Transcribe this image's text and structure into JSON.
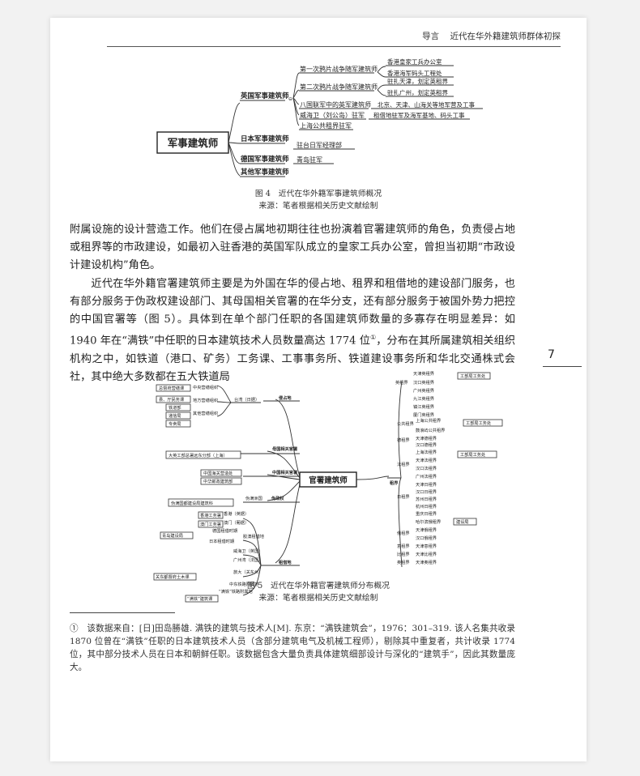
{
  "header": {
    "section": "导言",
    "title": "近代在华外籍建筑师群体初探"
  },
  "fig4": {
    "root": "军事建筑师",
    "britain": {
      "label": "英国军事建筑师",
      "items": [
        {
          "label": "第一次鸦片战争随军建筑师",
          "children": [
            "香港皇家工兵办公室",
            "香港海军码头工程处"
          ]
        },
        {
          "label": "第二次鸦片战争随军建筑师",
          "children": [
            "驻扎天津，划定英租界",
            "驻扎广州，划定英租界"
          ]
        },
        {
          "label": "八国联军中的英军建筑师",
          "children": [
            "北京、天津、山海关等地军营及工事"
          ]
        },
        {
          "label": "威海卫（刘公岛）驻军",
          "children": [
            "租借地驻军及海军基地、码头工事"
          ]
        },
        {
          "label": "上海公共租界驻军",
          "children": []
        }
      ]
    },
    "japan": {
      "label": "日本军事建筑师",
      "child": "驻台日军经理部"
    },
    "germany": {
      "label": "德国军事建筑师",
      "child": "青岛驻军"
    },
    "other": {
      "label": "其他军事建筑师"
    },
    "caption": "图 4　近代在华外籍军事建筑师概况",
    "source": "来源：笔者根据相关历史文献绘制"
  },
  "paragraphs": [
    "附属设施的设计营造工作。他们在侵占属地初期往往也扮演着官署建筑师的角色，负责侵占地或租界等的市政建设，如最初入驻香港的英国军队成立的皇家工兵办公室，曾担当初期“市政设计建设机构”角色。",
    "近代在华外籍官署建筑师主要是为外国在华的侵占地、租界和租借地的建设部门服务，也有部分服务于伪政权建设部门、其母国相关官署的在华分支，还有部分服务于被国外势力把控的中国官署等（图 5）。具体到在单个部门任职的各国建筑师数量的多寡存在明显差异：如 1940 年在“满铁”中任职的日本建筑技术人员数量高达 1774 位",
    "，分布在其所属建筑相关组织机构之中，如铁道（港口、矿务）工务课、工事事务所、铁道建设事务所和华北交通株式会社，其中绝大多数都在五大铁道局"
  ],
  "footnote_mark": "①",
  "page_number": "7",
  "fig5": {
    "root": "官署建筑师",
    "left": {
      "qinzhan": {
        "label": "侵占地",
        "taiwan": "台湾（日据）",
        "items": [
          "总督府营缮课",
          "中央营缮组织",
          "县、厅民务课",
          "地方营缮组织",
          "铁道部",
          "递信局",
          "其他营缮组织",
          "专卖局"
        ]
      },
      "muguo": {
        "label": "母国相关官署",
        "items": [
          "大英工部总署远东分部（上海）"
        ]
      },
      "zhongguo": {
        "label": "中国相关官署",
        "items": [
          "中国海关营造处",
          "中华邮政建筑部"
        ]
      },
      "wei": {
        "label": "伪政权",
        "items": [
          "伪满洲国",
          "伪满国都建设局建筑科"
        ]
      },
      "zujie": {
        "label": "租借地",
        "items": [
          "香港（英据）",
          "香港工务署",
          "澳门（葡据）",
          "澳门工务署",
          "胶澳租借地",
          "德国租借时期",
          "青岛建设局",
          "日本租借时期",
          "威海卫（英国）",
          "广州湾（法国）",
          "旅大（关东州）",
          "关东都督府土木课",
          "中东铁路附属地",
          "“满铁”铁路附属地",
          "“满铁”建筑课"
        ]
      }
    },
    "right": {
      "zujie_label": "租界",
      "ying_label": "英租界",
      "ying": [
        "天津英租界",
        "汉口英租界",
        "广州英租界",
        "九江英租界",
        "镇江英租界",
        "厦门英租界"
      ],
      "ying_office": "工部局工务处",
      "gonggong_label": "公共租界",
      "gonggong": [
        "上海公共租界",
        "鼓浪屿公共租界"
      ],
      "gonggong_office": "工部局工务处",
      "de_label": "德租界",
      "de": [
        "天津德租界",
        "汉口德租界"
      ],
      "fa_label": "法租界",
      "fa": [
        "上海法租界",
        "天津法租界",
        "汉口法租界",
        "广州法租界"
      ],
      "fa_office": "工部局工务处",
      "ri_label": "日租界",
      "ri": [
        "天津日租界",
        "汉口日租界",
        "苏州日租界",
        "杭州日租界",
        "重庆日租界"
      ],
      "e_label": "俄租界",
      "e": [
        "哈尔滨俄租界",
        "天津俄租界",
        "汉口俄租界"
      ],
      "e_office": "建设局",
      "yi_label": "意租界",
      "yi": [
        "天津意租界"
      ],
      "bi_label": "比租界",
      "bi": [
        "天津比租界"
      ],
      "ao_label": "奥租界",
      "ao": [
        "天津奥租界"
      ]
    },
    "caption": "图 5　近代在华外籍官署建筑师分布概况",
    "source": "来源：笔者根据相关历史文献绘制"
  },
  "footnote": "①　该数据来自：[日]田岛勝雄. 满铁的建筑与技术人[M]. 东京：“满铁建筑会”，1976：301–319. 该人名集共收录 1870 位曾在“满铁”任职的日本建筑技术人员（含部分建筑电气及机械工程师），剔除其中重复者，共计收录 1774 位，其中部分技术人员在日本和朝鲜任职。该数据包含大量负责具体建筑细部设计与深化的“建筑手”，因此其数量庞大。"
}
